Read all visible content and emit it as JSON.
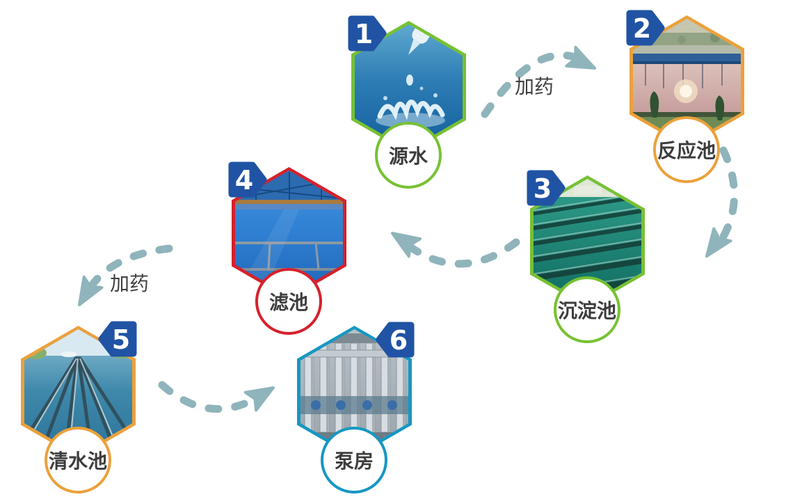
{
  "diagram": {
    "subject": "water-treatment-process-flow",
    "background_color": "#ffffff",
    "text_color": "#3c3c3c",
    "arrow_color": "#8fb4bb",
    "badge_color": "#2053a4"
  },
  "nodes": [
    {
      "number": "1",
      "label": "源水",
      "border_color": "#77c133",
      "image": "water-drop-splash-photo"
    },
    {
      "number": "2",
      "label": "反应池",
      "border_color": "#eba13b",
      "image": "reaction-pool-sunset-photo"
    },
    {
      "number": "3",
      "label": "沉淀池",
      "border_color": "#77c133",
      "image": "sedimentation-pool-photo"
    },
    {
      "number": "4",
      "label": "滤池",
      "border_color": "#d6212b",
      "image": "filter-pool-photo"
    },
    {
      "number": "5",
      "label": "清水池",
      "border_color": "#eba13b",
      "image": "clear-water-pool-photo"
    },
    {
      "number": "6",
      "label": "泵房",
      "border_color": "#1697c2",
      "image": "pump-house-photo"
    }
  ],
  "arrows": [
    {
      "from": "源水",
      "to": "反应池",
      "label": "加药"
    },
    {
      "from": "反应池",
      "to": "沉淀池",
      "label": ""
    },
    {
      "from": "沉淀池",
      "to": "滤池",
      "label": ""
    },
    {
      "from": "滤池",
      "to": "清水池",
      "label": "加药"
    },
    {
      "from": "清水池",
      "to": "泵房",
      "label": ""
    }
  ]
}
